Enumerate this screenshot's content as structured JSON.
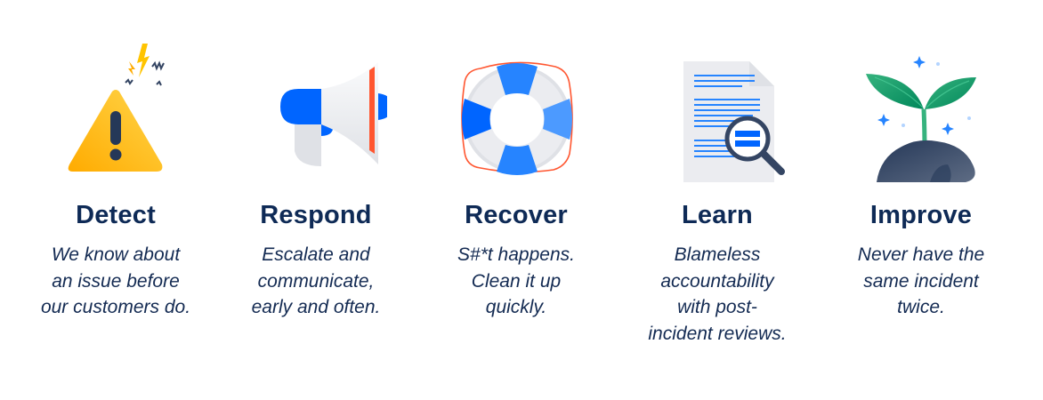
{
  "stages": [
    {
      "id": "detect",
      "icon": "warning-icon",
      "title": "Detect",
      "lines": [
        "We know about",
        "an issue before",
        "our customers do."
      ]
    },
    {
      "id": "respond",
      "icon": "megaphone-icon",
      "title": "Respond",
      "lines": [
        "Escalate and",
        "communicate,",
        "early and often."
      ]
    },
    {
      "id": "recover",
      "icon": "life-ring-icon",
      "title": "Recover",
      "lines": [
        "S#*t happens.",
        "Clean it up",
        "quickly."
      ]
    },
    {
      "id": "learn",
      "icon": "document-search-icon",
      "title": "Learn",
      "lines": [
        "Blameless",
        "accountability",
        "with post-",
        "incident reviews."
      ]
    },
    {
      "id": "improve",
      "icon": "sprout-icon",
      "title": "Improve",
      "lines": [
        "Never have the",
        "same incident",
        "twice."
      ]
    }
  ],
  "colors": {
    "title": "#0E2A56",
    "text": "#132A52",
    "blue": "#1F6FF5",
    "orange": "#FF5630",
    "yellow": "#FFC400",
    "green": "#1E9E5E",
    "navy": "#253858",
    "gray": "#EBECF0"
  }
}
